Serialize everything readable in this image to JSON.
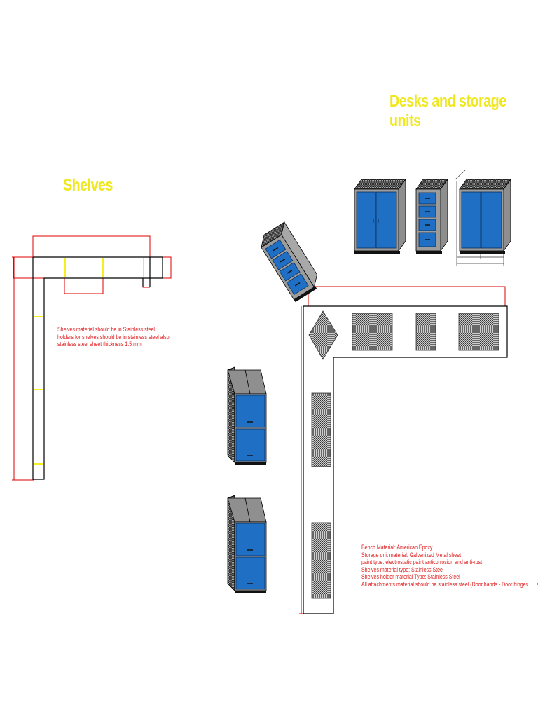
{
  "titles": {
    "desks": "Desks and storage units",
    "shelves": "Shelves"
  },
  "notes": {
    "shelves": [
      "Shelves material should be in Stainless steel",
      "holders for shelves should be in stainless steel also",
      "stainless steel sheet thickness 1.5 mm"
    ],
    "specifications": [
      "Bench Material: American Epoxy",
      "Storage unit material: Galvanized Metal sheet",
      "paint type:  electrostatic paint anticorrosion and anti-rust",
      "Shelves material type: Stainless Steel",
      "Shelves holder material Type: Stainless Steel",
      "All attachments material should be stainless steel (Door hands - Door hinges .....etc)"
    ]
  },
  "colors": {
    "accent_text": "#f0e81e",
    "note_text": "#e02020",
    "dimension_line": "#e00000",
    "cabinet_blue": "#1f6fc4",
    "cabinet_gray": "#8e8e8e",
    "yellow_marker": "#f5ee20"
  }
}
